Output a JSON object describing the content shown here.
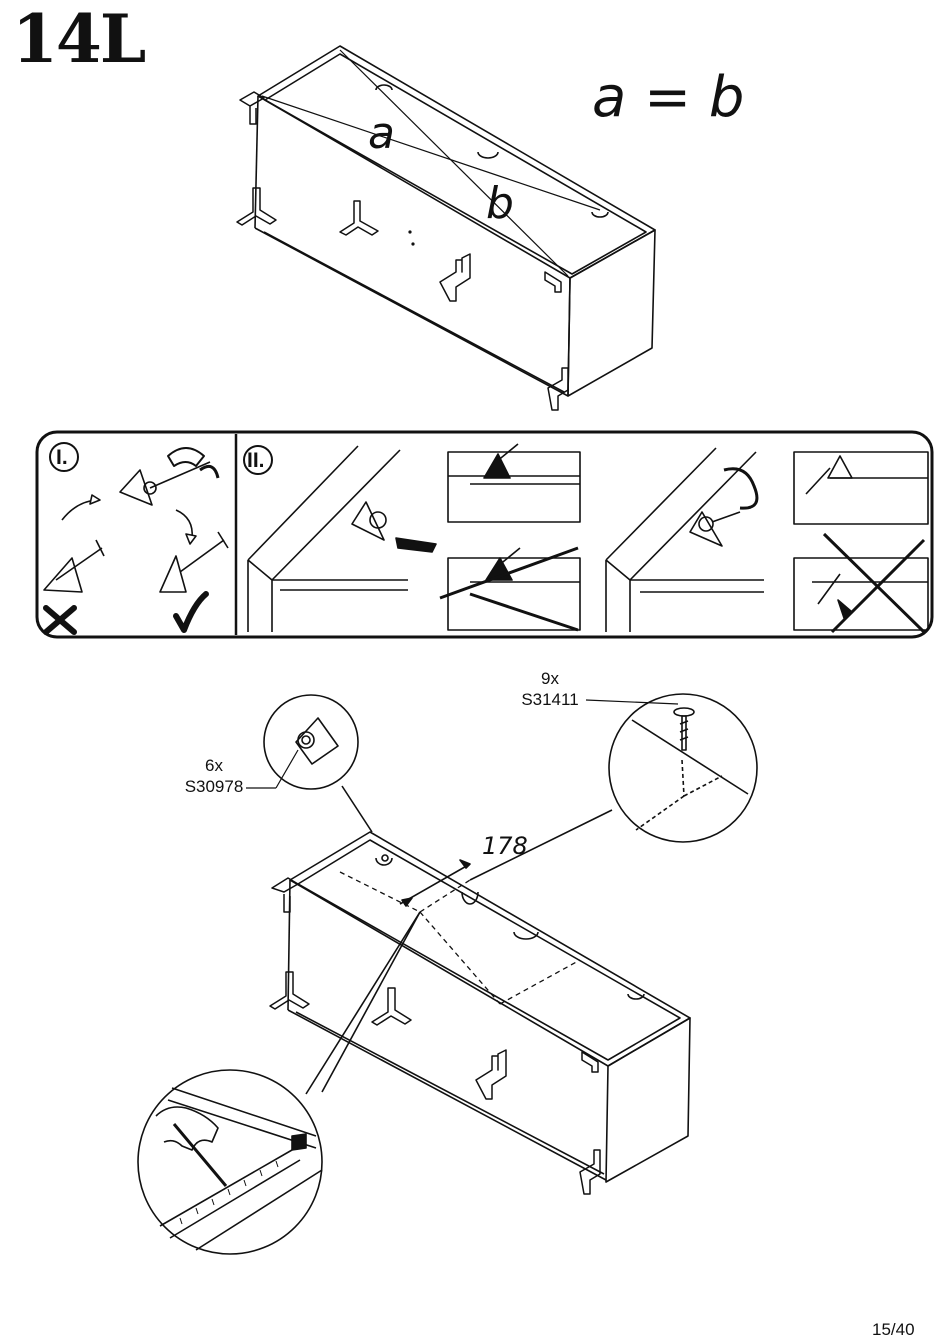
{
  "step_label": "14L",
  "equation": "a = b",
  "diagonal_labels": {
    "a": "a",
    "b": "b"
  },
  "panel": {
    "step_one": "I.",
    "step_two": "II."
  },
  "parts": [
    {
      "qty": "6x",
      "code": "S30978"
    },
    {
      "qty": "9x",
      "code": "S31411"
    }
  ],
  "dimension": "178",
  "page_number": "15/40"
}
